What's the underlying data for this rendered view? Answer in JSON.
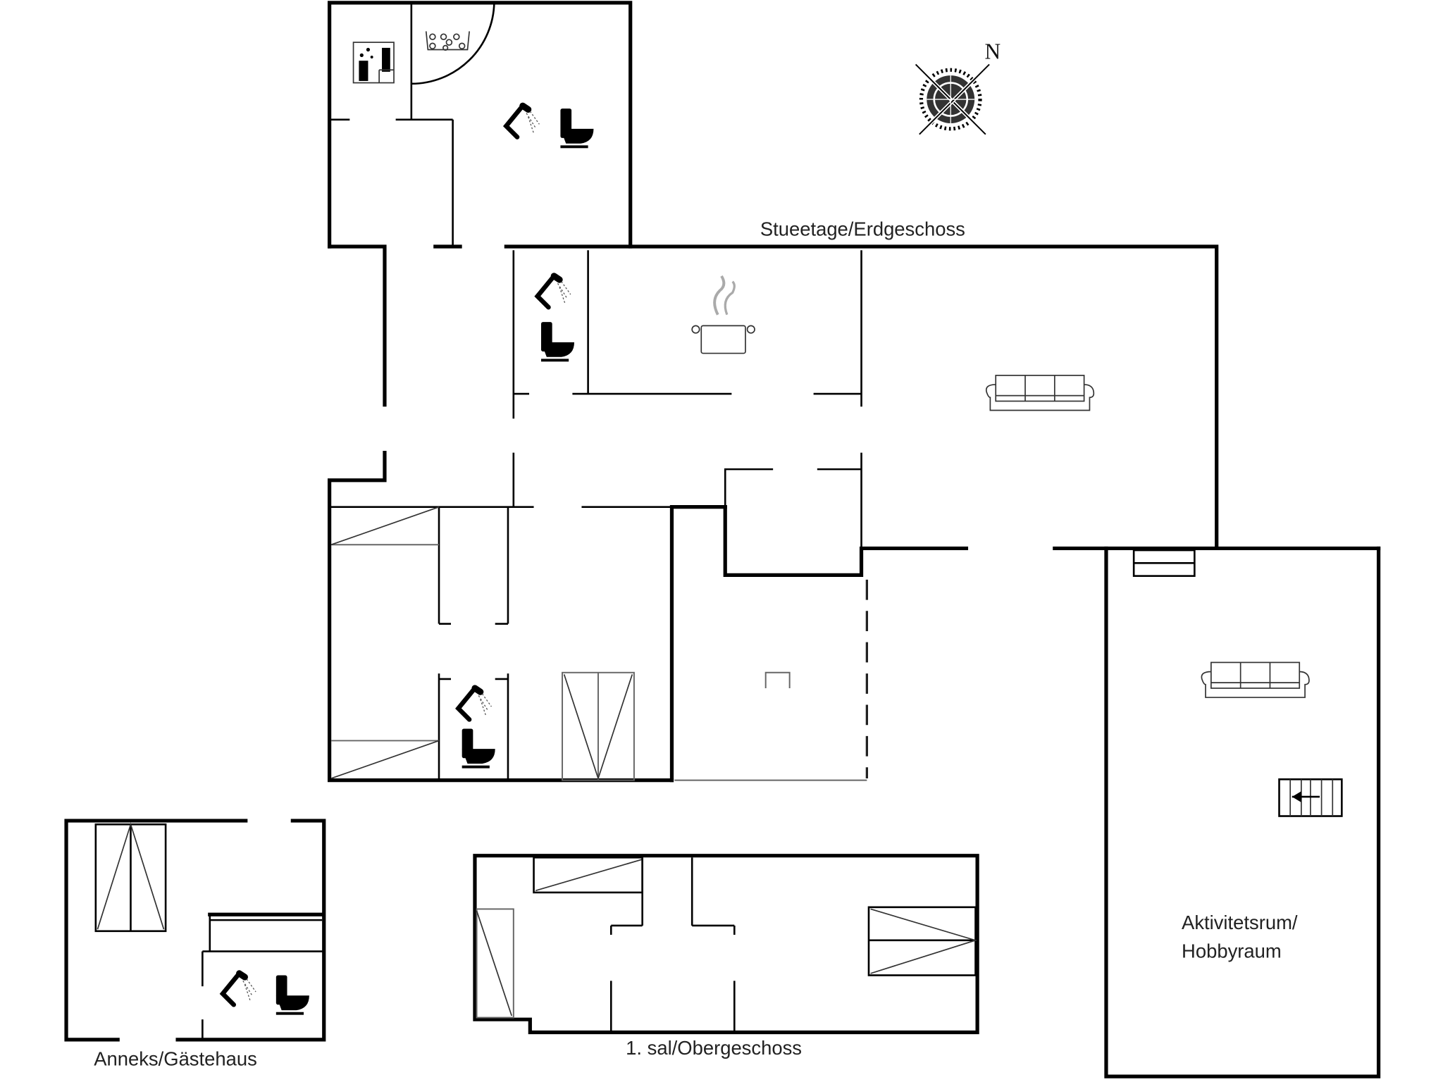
{
  "floorplan": {
    "labels": {
      "ground_floor": "Stueetage/Erdgeschoss",
      "first_floor": "1. sal/Obergeschoss",
      "annex": "Anneks/Gästehaus",
      "activity_room_line1": "Aktivitetsrum/",
      "activity_room_line2": "Hobbyraum"
    },
    "compass": {
      "north_label": "N"
    },
    "icons": [
      "sauna-icon",
      "whirlpool-icon",
      "shower-icon",
      "toilet-icon",
      "cooking-pot-icon",
      "sofa-icon",
      "staircase-icon",
      "bed-icon",
      "wardrobe-icon",
      "compass-rose-icon"
    ],
    "colors": {
      "wall": "#000000",
      "background": "#ffffff",
      "text": "#222222"
    }
  }
}
